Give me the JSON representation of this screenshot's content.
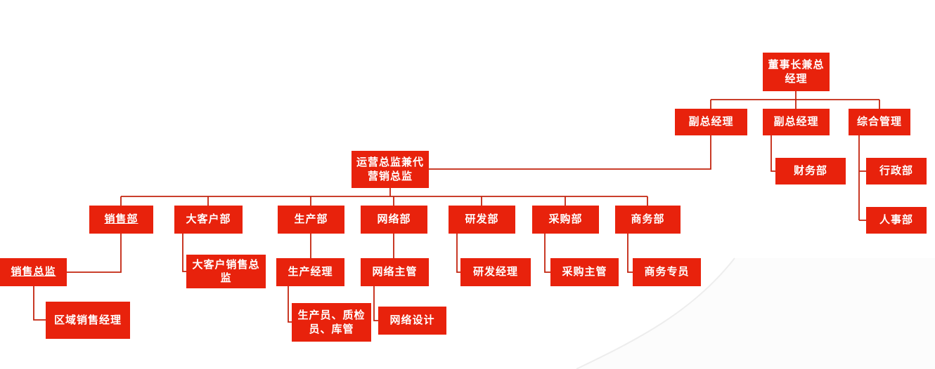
{
  "diagram": {
    "type": "org-chart",
    "accent_color": "#e8220c",
    "line_color": "#c3240e",
    "text_color": "#ffffff",
    "nodes": {
      "chairman": {
        "label": "董事长兼总经理",
        "underline": false
      },
      "deputy_gm_1": {
        "label": "副总经理",
        "underline": false
      },
      "deputy_gm_2": {
        "label": "副总经理",
        "underline": false
      },
      "general_admin": {
        "label": "综合管理",
        "underline": false
      },
      "finance_dept": {
        "label": "财务部",
        "underline": false
      },
      "admin_dept": {
        "label": "行政部",
        "underline": false
      },
      "hr_dept": {
        "label": "人事部",
        "underline": false
      },
      "ops_director": {
        "label": "运营总监兼代营销总监",
        "underline": false
      },
      "sales_dept": {
        "label": "销售部",
        "underline": true
      },
      "key_account_dept": {
        "label": "大客户部",
        "underline": false
      },
      "production_dept": {
        "label": "生产部",
        "underline": false
      },
      "network_dept": {
        "label": "网络部",
        "underline": false
      },
      "rd_dept": {
        "label": "研发部",
        "underline": false
      },
      "purchasing_dept": {
        "label": "采购部",
        "underline": false
      },
      "business_dept": {
        "label": "商务部",
        "underline": false
      },
      "sales_director": {
        "label": "销售总监",
        "underline": true
      },
      "regional_sales_manager": {
        "label": "区域销售经理",
        "underline": false
      },
      "key_account_sales_director": {
        "label": "大客户销售总监",
        "underline": false
      },
      "production_manager": {
        "label": "生产经理",
        "underline": false
      },
      "production_staff": {
        "label": "生产员、质检员、库管",
        "underline": false
      },
      "network_supervisor": {
        "label": "网络主管",
        "underline": false
      },
      "network_designer": {
        "label": "网络设计",
        "underline": false
      },
      "rd_manager": {
        "label": "研发经理",
        "underline": false
      },
      "purchasing_supervisor": {
        "label": "采购主管",
        "underline": false
      },
      "business_specialist": {
        "label": "商务专员",
        "underline": false
      }
    },
    "edges": [
      {
        "from": "chairman",
        "to": "deputy_gm_1"
      },
      {
        "from": "chairman",
        "to": "deputy_gm_2"
      },
      {
        "from": "chairman",
        "to": "general_admin"
      },
      {
        "from": "deputy_gm_1",
        "to": "ops_director"
      },
      {
        "from": "deputy_gm_2",
        "to": "finance_dept"
      },
      {
        "from": "general_admin",
        "to": "admin_dept"
      },
      {
        "from": "general_admin",
        "to": "hr_dept"
      },
      {
        "from": "ops_director",
        "to": "sales_dept"
      },
      {
        "from": "ops_director",
        "to": "key_account_dept"
      },
      {
        "from": "ops_director",
        "to": "production_dept"
      },
      {
        "from": "ops_director",
        "to": "network_dept"
      },
      {
        "from": "ops_director",
        "to": "rd_dept"
      },
      {
        "from": "ops_director",
        "to": "purchasing_dept"
      },
      {
        "from": "ops_director",
        "to": "business_dept"
      },
      {
        "from": "sales_dept",
        "to": "sales_director"
      },
      {
        "from": "sales_director",
        "to": "regional_sales_manager"
      },
      {
        "from": "key_account_dept",
        "to": "key_account_sales_director"
      },
      {
        "from": "production_dept",
        "to": "production_manager"
      },
      {
        "from": "production_manager",
        "to": "production_staff"
      },
      {
        "from": "network_dept",
        "to": "network_supervisor"
      },
      {
        "from": "network_supervisor",
        "to": "network_designer"
      },
      {
        "from": "rd_dept",
        "to": "rd_manager"
      },
      {
        "from": "purchasing_dept",
        "to": "purchasing_supervisor"
      },
      {
        "from": "business_dept",
        "to": "business_specialist"
      }
    ]
  }
}
